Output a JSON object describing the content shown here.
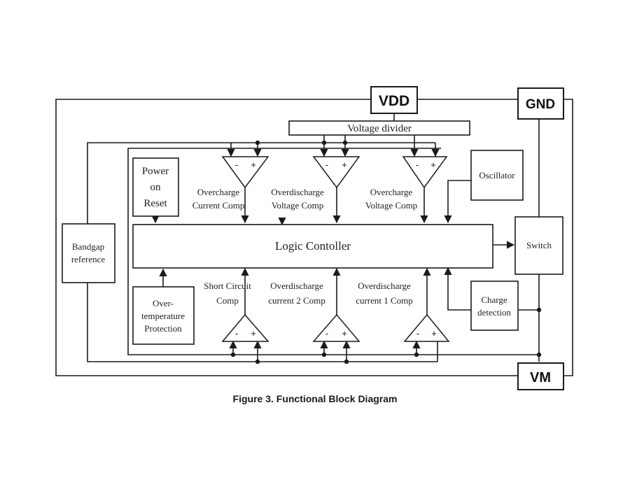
{
  "pins": {
    "vdd": "VDD",
    "gnd": "GND",
    "vm": "VM"
  },
  "blocks": {
    "voltage_divider": "Voltage divider",
    "power_on_reset": [
      "Power",
      "on",
      "Reset"
    ],
    "oscillator": "Oscillator",
    "bandgap": [
      "Bandgap",
      "reference"
    ],
    "logic_controller": "Logic Contoller",
    "switch": "Switch",
    "charge_detection": [
      "Charge",
      "detection"
    ],
    "over_temperature": [
      "Over-",
      "temperature",
      "Protection"
    ]
  },
  "comparators": {
    "overcharge_current": [
      "Overcharge",
      "Current Comp"
    ],
    "overdischarge_voltage": [
      "Overdischarge",
      "Voltage Comp"
    ],
    "overcharge_voltage": [
      "Overcharge",
      "Voltage Comp"
    ],
    "short_circuit": [
      "Short Circuit",
      "Comp"
    ],
    "overdischarge_current_2": [
      "Overdischarge",
      "current 2 Comp"
    ],
    "overdischarge_current_1": [
      "Overdischarge",
      "current 1 Comp"
    ],
    "minus_sign": "-",
    "plus_sign": "+"
  },
  "caption": "Figure 3. Functional Block Diagram"
}
